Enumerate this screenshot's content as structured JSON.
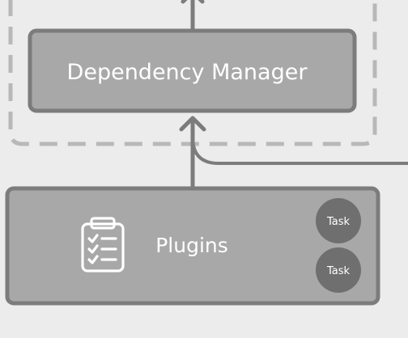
{
  "diagram": {
    "dependency_manager": {
      "label": "Dependency Manager"
    },
    "plugins": {
      "label": "Plugins",
      "icon": "clipboard-checklist-icon",
      "tasks": [
        {
          "label": "Task"
        },
        {
          "label": "Task"
        }
      ]
    }
  },
  "colors": {
    "background": "#ececec",
    "box_fill": "#a8a8a8",
    "box_stroke": "#7c7c7c",
    "dashed_border": "#b8b8b8",
    "connector": "#7c7c7c",
    "task_circle": "#6f6f6f",
    "text": "#ffffff"
  }
}
